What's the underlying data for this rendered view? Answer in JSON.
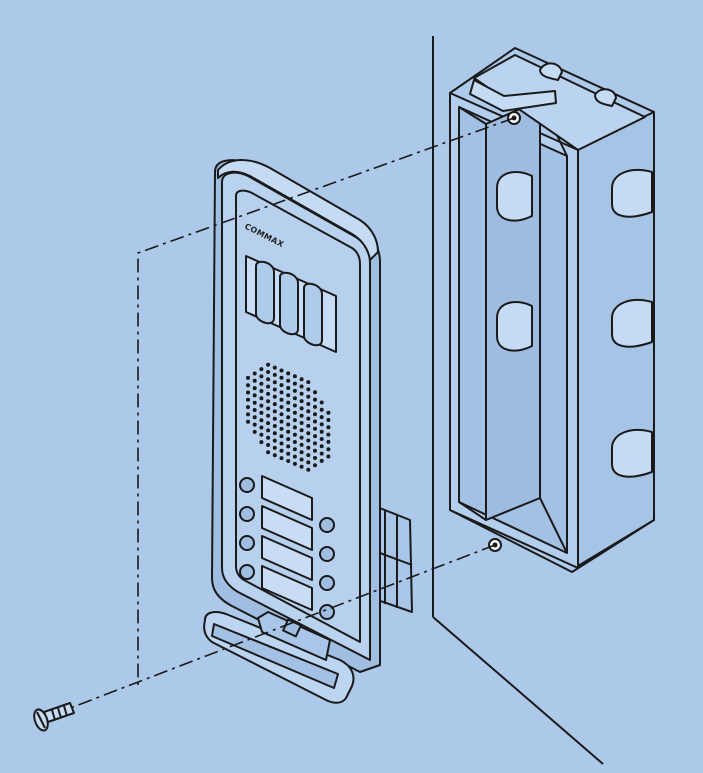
{
  "figure": {
    "brand_logo_text": "COMMAX"
  },
  "colors": {
    "background": "#adc9ea",
    "outline": "#1a1a1a",
    "panel_body": "#b7d0ee",
    "box_face": "#aecbeb",
    "leader_line": "#1a1a1a"
  },
  "icons": {
    "screw": "screw-icon",
    "mounting_box": "flush-mounting-box",
    "door_panel": "intercom-door-panel"
  }
}
